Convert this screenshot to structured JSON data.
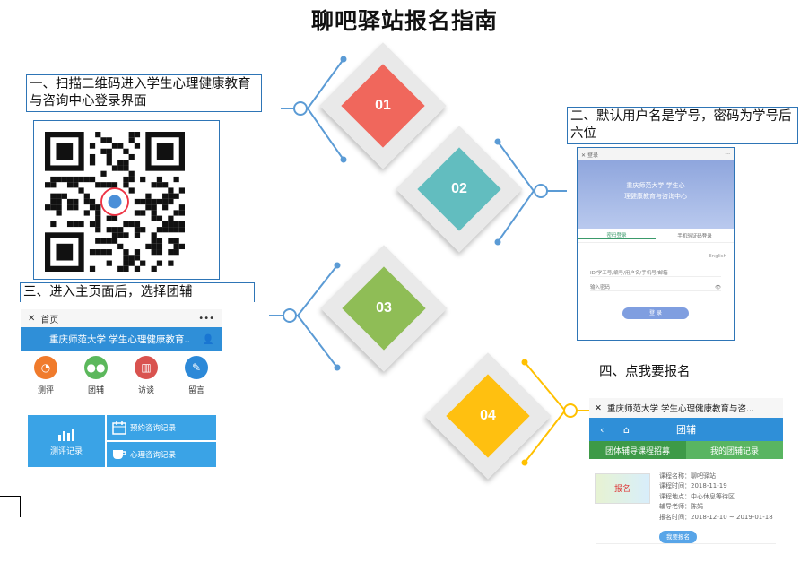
{
  "title": "聊吧驿站报名指南",
  "steps": {
    "s1": "一、扫描二维码进入学生心理健康教育与咨询中心登录界面",
    "s2": "二、默认用户名是学号，密码为学号后六位",
    "s3": "三、进入主页面后，选择团辅",
    "s4": "四、点我要报名"
  },
  "diamonds": [
    {
      "num": "01",
      "color": "#f0675c"
    },
    {
      "num": "02",
      "color": "#62bdbf"
    },
    {
      "num": "03",
      "color": "#8fbd56"
    },
    {
      "num": "04",
      "color": "#ffc010"
    }
  ],
  "colors": {
    "accent_blue": "#2f8fd8",
    "connector_blue": "#5b9bd5",
    "connector_yellow": "#ffc000"
  },
  "login": {
    "close": "✕",
    "title": "登录",
    "more": "···",
    "hero_line1": "重庆师范大学 学生心",
    "hero_line2": "理健康教育与咨询中心",
    "tab_active": "密码登录",
    "tab_other": "手机验证码登录",
    "lang": "English",
    "id_placeholder": "ID/学工号/编号/用户名/手机号/邮箱",
    "pwd_placeholder": "输入密码",
    "eye": "👁",
    "login_button": "登 录"
  },
  "home": {
    "close": "✕",
    "title": "首页",
    "more": "•••",
    "header": "重庆师范大学 学生心理健康教育..",
    "user_icon": "👤",
    "icons": [
      {
        "label": "测评",
        "color": "#f07b2c",
        "glyph": "◔"
      },
      {
        "label": "团辅",
        "color": "#5cb85c",
        "glyph": "●●"
      },
      {
        "label": "访谈",
        "color": "#d9534f",
        "glyph": "▥"
      },
      {
        "label": "留言",
        "color": "#2c89d8",
        "glyph": "✎"
      }
    ],
    "test_records": "测评记录",
    "booking_records": "预约咨询记录",
    "consult_records": "心理咨询记录"
  },
  "signup": {
    "close": "✕",
    "top_title": "重庆师范大学 学生心理健康教育与咨...",
    "back": "‹",
    "home_icon": "⌂",
    "nav_title": "团辅",
    "tab_recruit": "团体辅导课程招募",
    "tab_mine": "我的团辅记录",
    "thumb_text": "报名",
    "course": {
      "name": "课程名称：聊吧驿站",
      "time": "课程时间：2018-11-19",
      "place": "课程地点：中心休息等待区",
      "teacher": "辅导老师：陈娟",
      "signup_time": "报名时间：2018-12-10 ~ 2019-01-18"
    },
    "apply_button": "我要报名"
  }
}
